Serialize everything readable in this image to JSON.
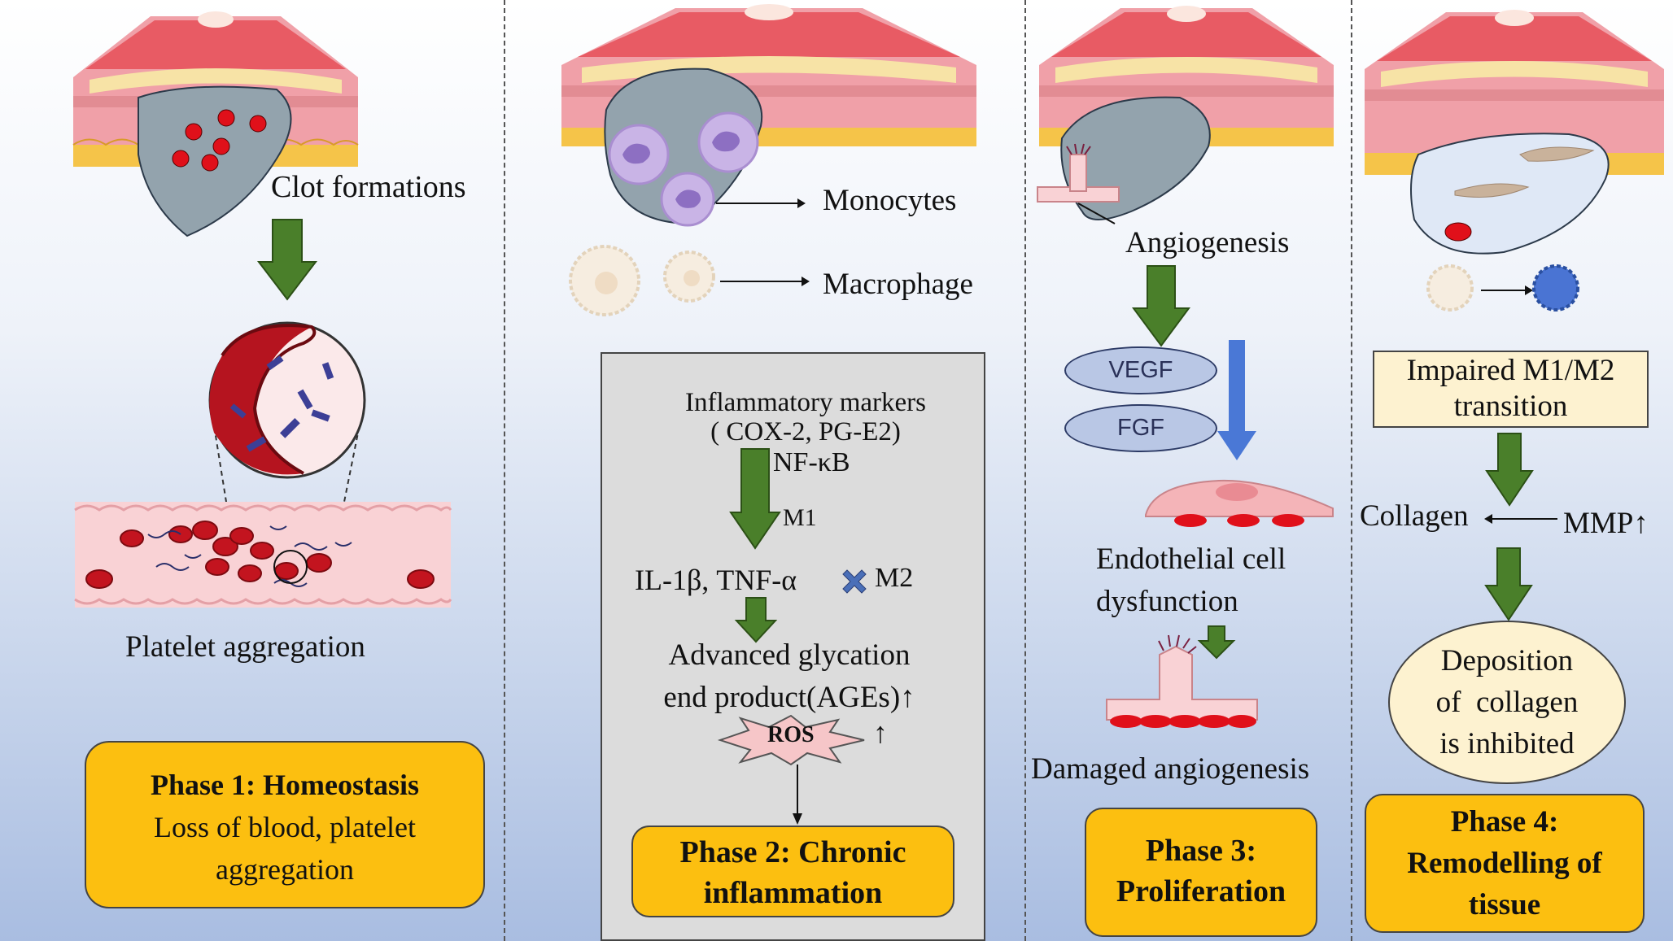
{
  "colors": {
    "arrow_green": "#4a7f2a",
    "phase_box": "#fcbf10",
    "blood_red": "#e0101a",
    "oval_blue": "#b9c7e5",
    "grey_box": "#dcdcdc",
    "tissue_pink": "#f0a0a8",
    "skin_yellow": "#f7e3a6"
  },
  "phase1": {
    "clot_label": "Clot formations",
    "aggregation_label": "Platelet aggregation",
    "title": "Phase 1: Homeostasis",
    "desc_line1": "Loss of blood, platelet",
    "desc_line2": "aggregation"
  },
  "phase2": {
    "monocytes_label": "Monocytes",
    "macrophage_label": "Macrophage",
    "markers_line1": "Inflammatory markers",
    "markers_line2": "( COX-2, PG-E2)",
    "nfkb": "NF-κB",
    "m1": "M1",
    "cytokines": "IL-1β, TNF-α",
    "m2": "M2",
    "ages_line1": "Advanced glycation",
    "ages_line2": "end product(AGEs)↑",
    "ros": "ROS",
    "ros_arrow": "↑",
    "title_line1": "Phase 2: Chronic",
    "title_line2": "inflammation"
  },
  "phase3": {
    "angiogenesis_label": "Angiogenesis",
    "vegf": "VEGF",
    "fgf": "FGF",
    "dysfunction_line1": "Endothelial cell",
    "dysfunction_line2": "dysfunction",
    "damaged_label": "Damaged angiogenesis",
    "title_line1": "Phase 3:",
    "title_line2": "Proliferation"
  },
  "phase4": {
    "transition_line1": "Impaired M1/M2",
    "transition_line2": "transition",
    "collagen_label": "Collagen",
    "mmp_label": "MMP↑",
    "deposition_line1": "Deposition",
    "deposition_line2": "of  collagen",
    "deposition_line3": "is inhibited",
    "title_line1": "Phase 4:",
    "title_line2": "Remodelling of",
    "title_line3": "tissue"
  }
}
